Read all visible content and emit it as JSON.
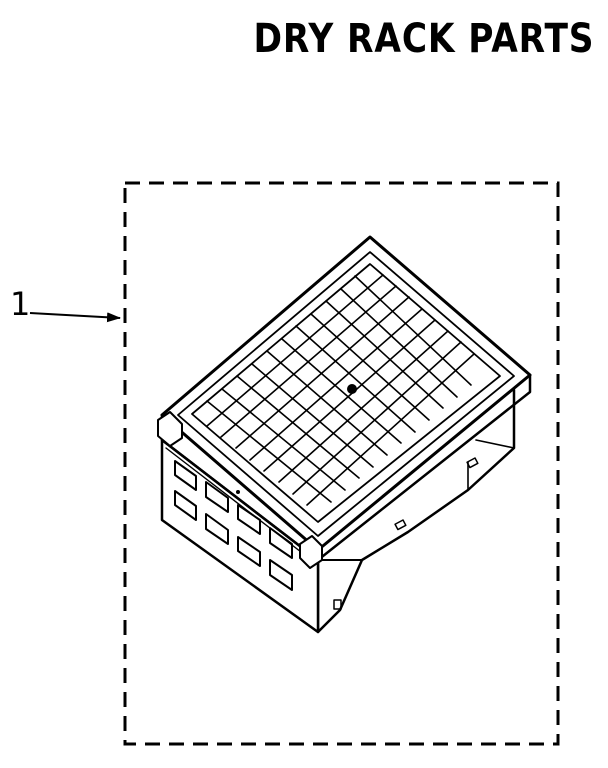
{
  "header": {
    "title": "DRY RACK PARTS"
  },
  "diagram": {
    "callouts": [
      {
        "label": "1",
        "part": "dry-rack-assembly"
      }
    ]
  },
  "colors": {
    "ink": "#000000",
    "paper": "#ffffff"
  }
}
